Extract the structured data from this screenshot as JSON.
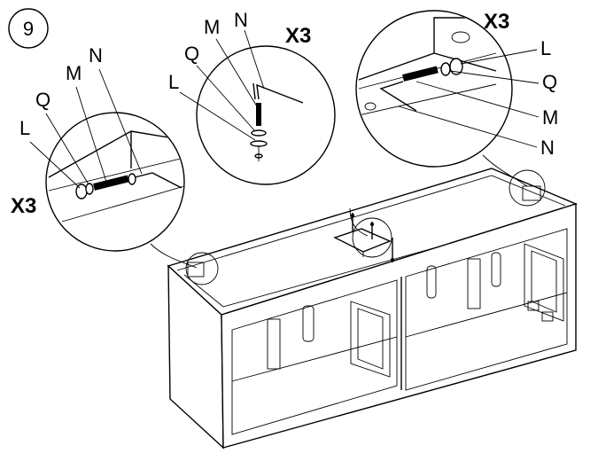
{
  "step": {
    "number": "9"
  },
  "callouts": [
    {
      "quantity": "X3",
      "labels": [
        "L",
        "Q",
        "M",
        "N"
      ]
    },
    {
      "quantity": "X3",
      "labels": [
        "L",
        "Q",
        "M",
        "N"
      ]
    },
    {
      "quantity": "X3",
      "labels": [
        "L",
        "Q",
        "M",
        "N"
      ]
    }
  ]
}
